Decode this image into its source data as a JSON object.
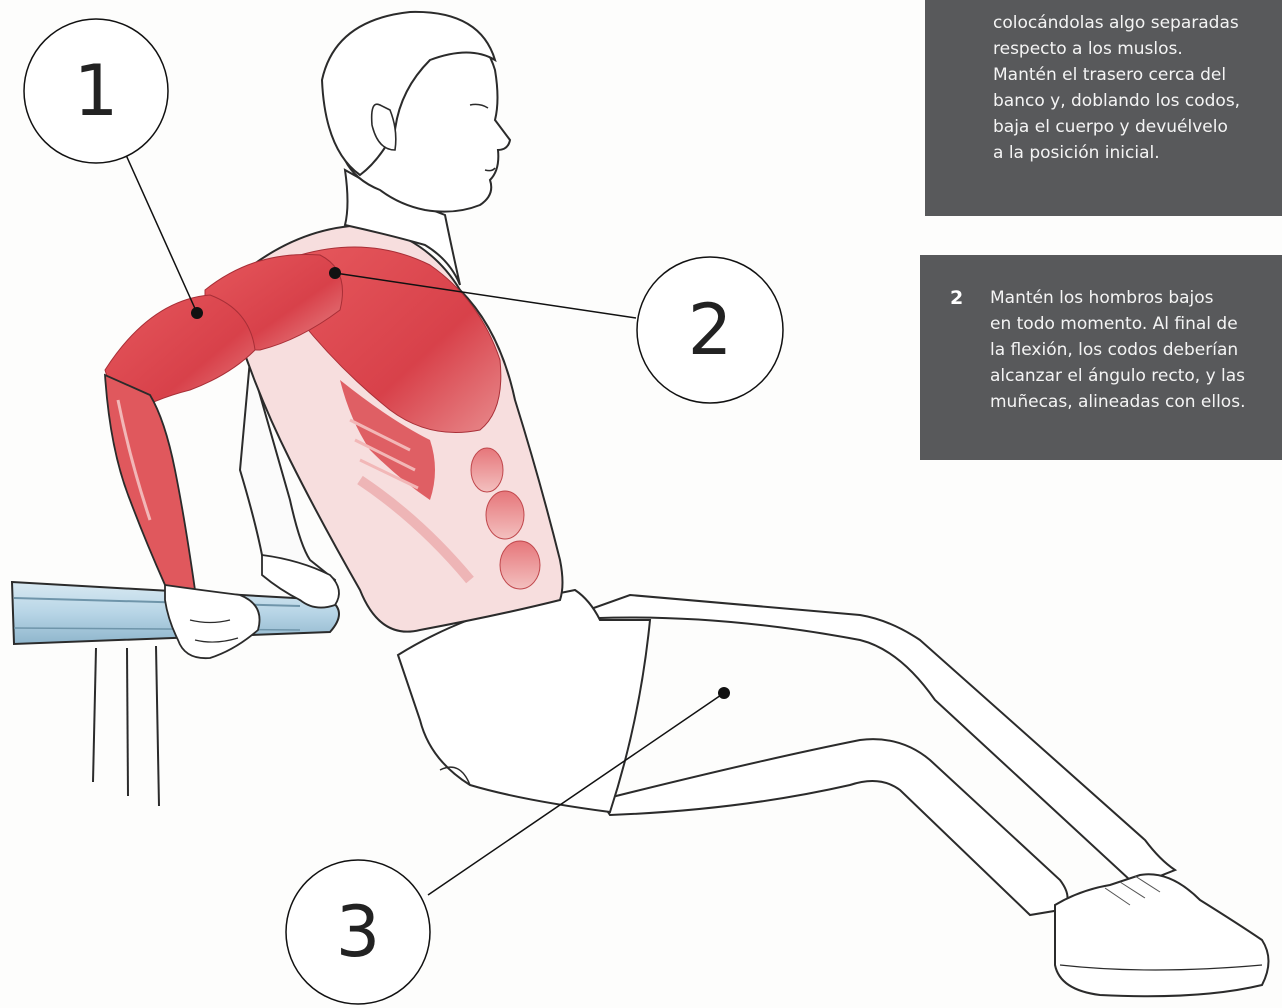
{
  "callouts": {
    "one": {
      "label": "1",
      "dot_color": "#111111"
    },
    "two": {
      "label": "2",
      "dot_color": "#111111"
    },
    "three": {
      "label": "3",
      "dot_color": "#111111"
    }
  },
  "text_boxes": {
    "box1": {
      "lines": [
        "colocándolas algo separadas",
        "respecto a los muslos.",
        "Mantén el trasero cerca del",
        "banco y, doblando los codos,",
        "baja el cuerpo y devuélvelo",
        "a la posición inicial."
      ]
    },
    "box2": {
      "step_number": "2",
      "lines": [
        "Mantén los hombros bajos",
        "en todo momento. Al final de",
        "la flexión, los codos deberían",
        "alcanzar el ángulo recto, y las",
        "muñecas, alineadas con ellos."
      ]
    }
  },
  "colors": {
    "text_box_background": "#58595b",
    "text_box_text": "#f4f4f4",
    "muscle_red": "#d8414a",
    "muscle_light": "#f2b7b7",
    "outline": "#2b2b2b",
    "bench_blue": "#b7d5e6"
  },
  "illustration": {
    "subject": "person performing bench dips with highlighted upper-body muscles"
  }
}
